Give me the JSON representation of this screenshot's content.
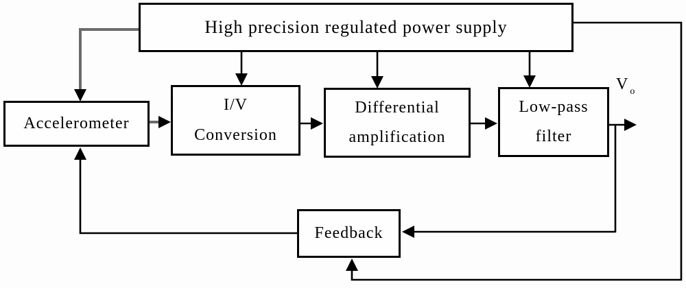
{
  "blocks": {
    "power_supply": {
      "label": "High precision regulated power supply"
    },
    "accelerometer": {
      "label": "Accelerometer"
    },
    "iv_conversion": {
      "line1": "I/V",
      "line2": "Conversion"
    },
    "differential_amplification": {
      "line1": "Differential",
      "line2": "amplification"
    },
    "low_pass_filter": {
      "line1": "Low-pass",
      "line2": "filter"
    },
    "feedback": {
      "label": "Feedback"
    }
  },
  "output": {
    "symbol": "V",
    "subscript": "o"
  },
  "colors": {
    "wire": "#000000",
    "power_feed_wire": "#6b6b6b",
    "box_border": "#000000",
    "text": "#000000",
    "background": "#fdfdfd"
  }
}
